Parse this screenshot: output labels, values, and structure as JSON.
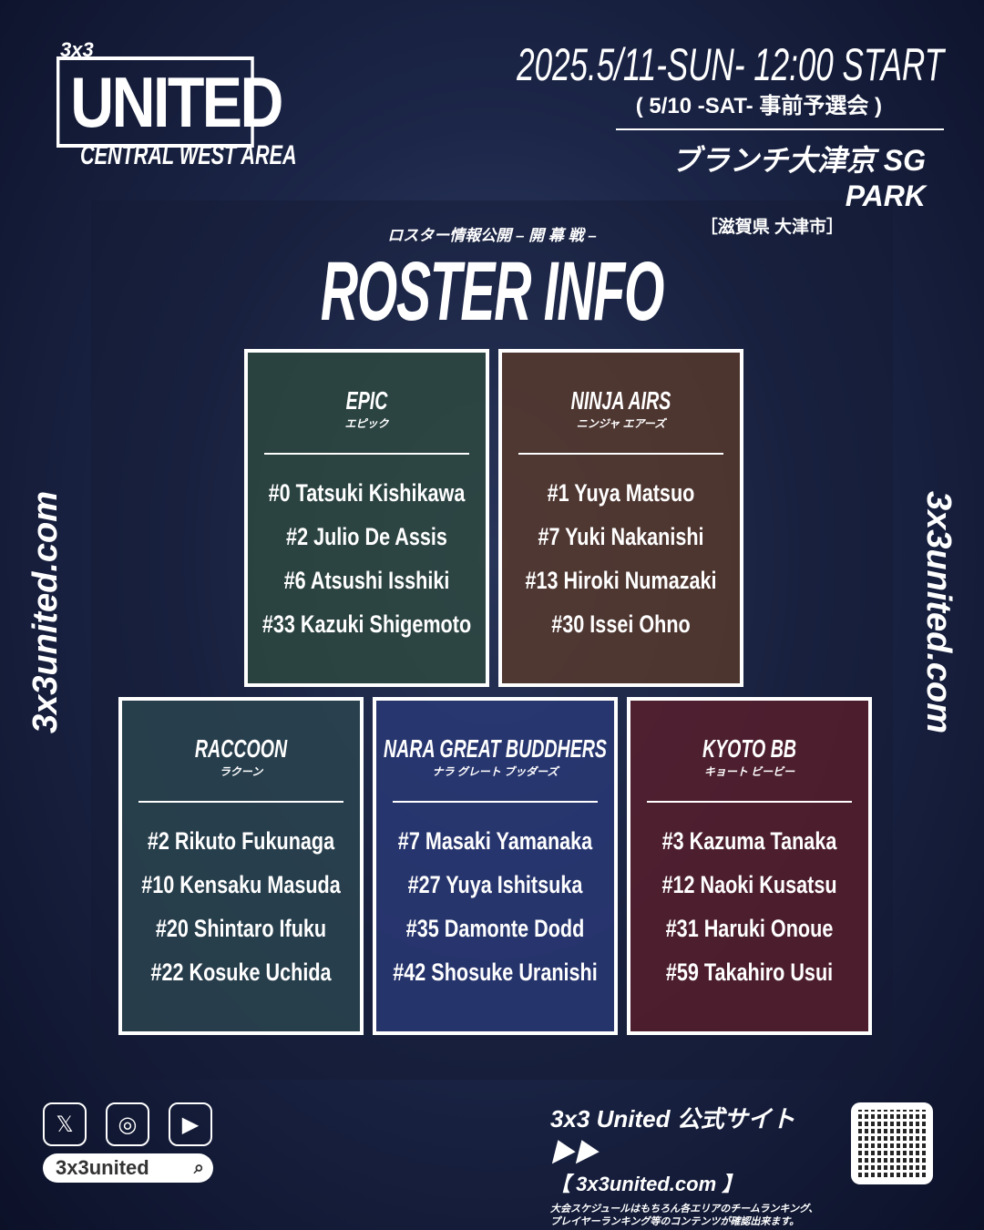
{
  "logo": {
    "tag": "3x3",
    "name": "UNITED",
    "area": "CENTRAL WEST AREA"
  },
  "event": {
    "date_line": "2025.5/11-SUN- 12:00 START",
    "pre_line": "( 5/10 -SAT- 事前予選会 )",
    "venue": "ブランチ大津京 SG PARK",
    "prefecture": "［滋賀県 大津市］"
  },
  "subtitle": "ロスター情報公開 – 開 幕 戦 –",
  "title": "ROSTER INFO",
  "side_text": "3x3united.com",
  "teams": [
    {
      "name": "EPIC",
      "kana": "エピック",
      "players": [
        "#0  Tatsuki Kishikawa",
        "#2  Julio De Assis",
        "#6  Atsushi Isshiki",
        "#33  Kazuki Shigemoto"
      ]
    },
    {
      "name": "NINJA AIRS",
      "kana": "ニンジャ エアーズ",
      "players": [
        "#1  Yuya Matsuo",
        "#7  Yuki Nakanishi",
        "#13  Hiroki Numazaki",
        "#30  Issei Ohno"
      ]
    },
    {
      "name": "RACCOON",
      "kana": "ラクーン",
      "players": [
        "#2  Rikuto Fukunaga",
        "#10  Kensaku Masuda",
        "#20  Shintaro Ifuku",
        "#22  Kosuke Uchida"
      ]
    },
    {
      "name": "NARA GREAT BUDDHERS",
      "kana": "ナラ グレート ブッダーズ",
      "players": [
        "#7  Masaki Yamanaka",
        "#27  Yuya Ishitsuka",
        "#35  Damonte Dodd",
        "#42  Shosuke Uranishi"
      ]
    },
    {
      "name": "KYOTO BB",
      "kana": "キョート ビービー",
      "players": [
        "#3  Kazuma Tanaka",
        "#12  Naoki Kusatsu",
        "#31  Haruki Onoue",
        "#59  Takahiro Usui"
      ]
    }
  ],
  "social": {
    "icons": [
      "x-icon",
      "instagram-icon",
      "youtube-icon"
    ],
    "search_text": "3x3united"
  },
  "site": {
    "title": "3x3 United 公式サイト ▶▶",
    "url": "【 3x3united.com 】",
    "desc1": "大会スケジュールはもちろん各エリアのチームランキング、",
    "desc2": "プレイヤーランキング等のコンテンツが確認出来ます。"
  },
  "colors": {
    "panel_epic": "#2e4a3e",
    "panel_ninja": "#5a3a2a",
    "panel_raccoon": "#2c4650",
    "panel_nara": "#2a3a78",
    "panel_kyoto": "#5a1e2a"
  }
}
